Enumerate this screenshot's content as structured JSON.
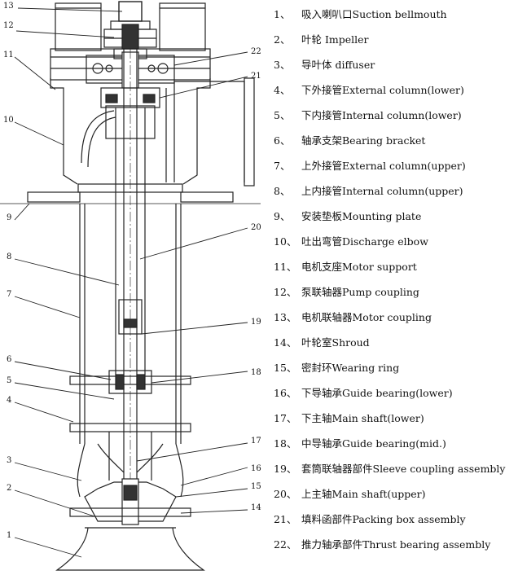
{
  "legend": [
    {
      "num": "1、",
      "text": "吸入喇叭口Suction bellmouth"
    },
    {
      "num": "2、",
      "text": "叶轮 Impeller"
    },
    {
      "num": "3、",
      "text": "导叶体 diffuser"
    },
    {
      "num": "4、",
      "text": "下外接管External column(lower)"
    },
    {
      "num": "5、",
      "text": "下内接管Internal column(lower)"
    },
    {
      "num": "6、",
      "text": "轴承支架Bearing bracket"
    },
    {
      "num": "7、",
      "text": "上外接管External column(upper)"
    },
    {
      "num": "8、",
      "text": "上内接管Internal column(upper)"
    },
    {
      "num": "9、",
      "text": "安装垫板Mounting plate"
    },
    {
      "num": "10、",
      "text": "吐出弯管Discharge elbow"
    },
    {
      "num": "11、",
      "text": "电机支座Motor support"
    },
    {
      "num": "12、",
      "text": "泵联轴器Pump coupling"
    },
    {
      "num": "13、",
      "text": "电机联轴器Motor coupling"
    },
    {
      "num": "14、",
      "text": "叶轮室Shroud"
    },
    {
      "num": "15、",
      "text": "密封环Wearing ring"
    },
    {
      "num": "16、",
      "text": "下导轴承Guide bearing(lower)"
    },
    {
      "num": "17、",
      "text": "下主轴Main shaft(lower)"
    },
    {
      "num": "18、",
      "text": "中导轴承Guide bearing(mid.)"
    },
    {
      "num": "19、",
      "text": "套筒联轴器部件Sleeve coupling assembly"
    },
    {
      "num": "20、",
      "text": "上主轴Main shaft(upper)"
    },
    {
      "num": "21、",
      "text": "填料函部件Packing box assembly"
    },
    {
      "num": "22、",
      "text": "推力轴承部件Thrust bearing assembly"
    }
  ],
  "callouts": [
    "1",
    "2",
    "3",
    "4",
    "5",
    "6",
    "7",
    "8",
    "9",
    "10",
    "11",
    "12",
    "13",
    "14",
    "15",
    "16",
    "17",
    "18",
    "19",
    "20",
    "21",
    "22"
  ]
}
